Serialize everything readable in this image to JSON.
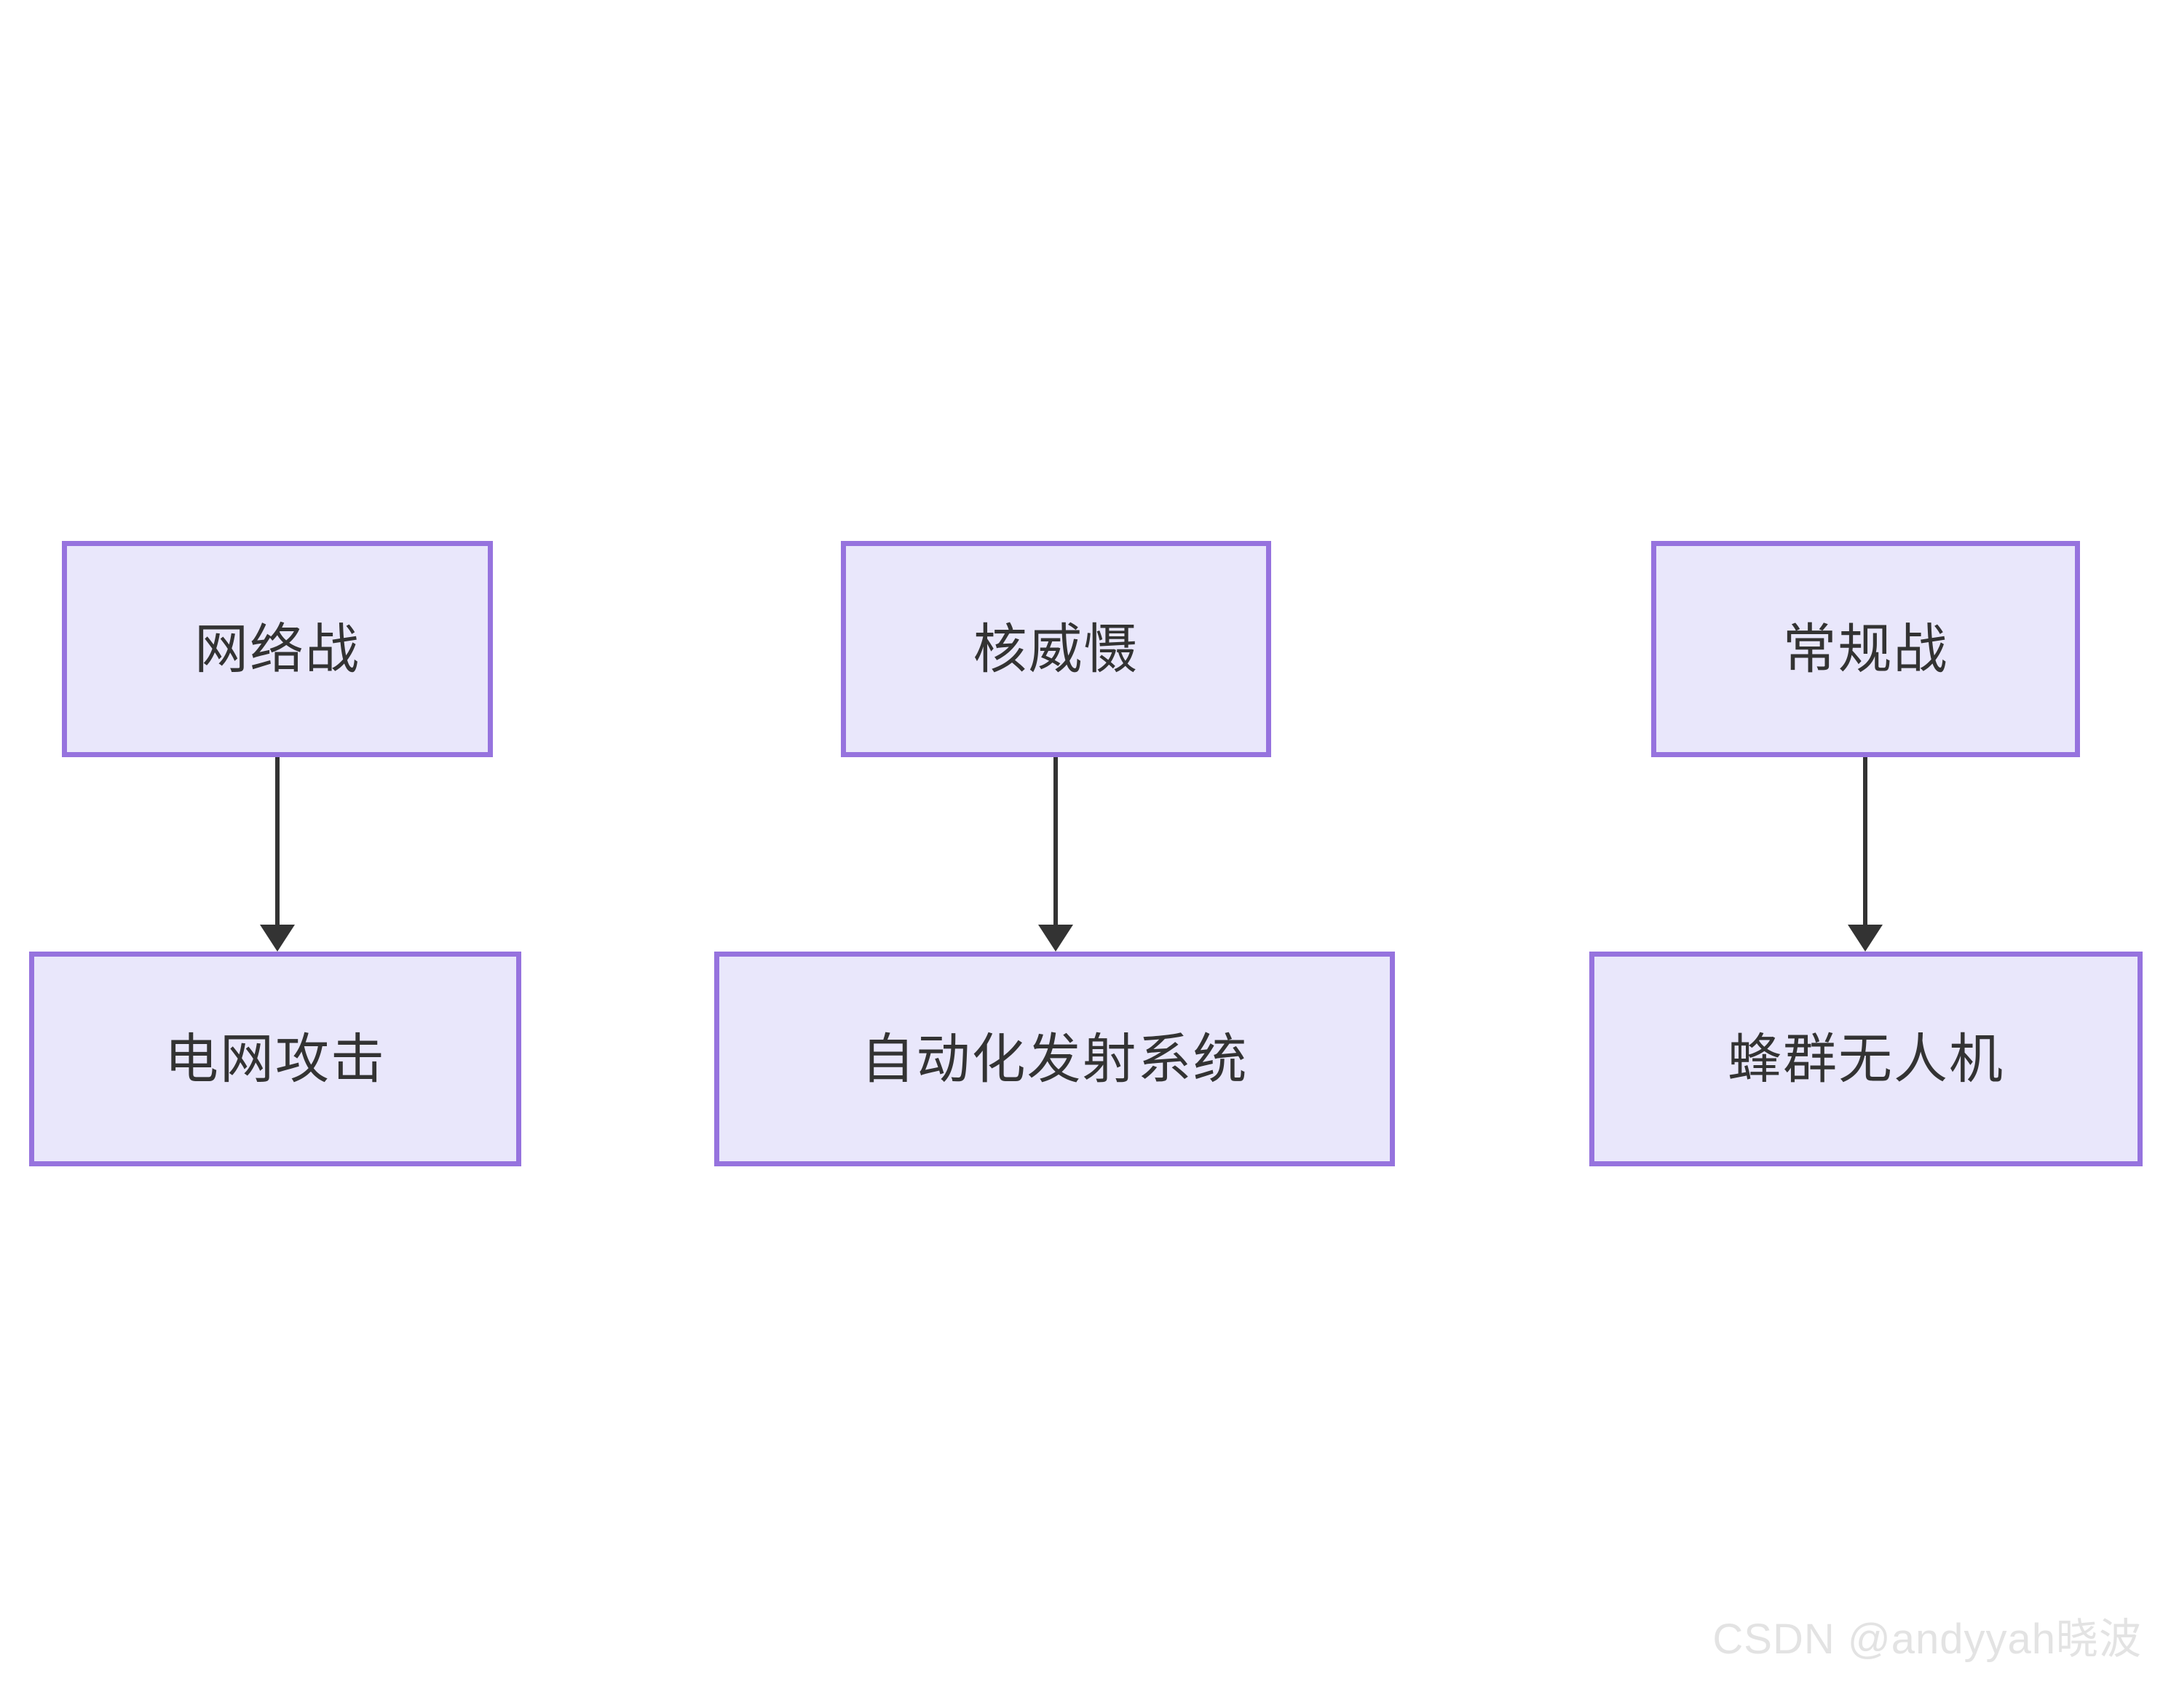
{
  "diagram": {
    "background_color": "#ffffff",
    "node_fill": "#e9e7fb",
    "node_border": "#9673de",
    "edge_color": "#333333",
    "text_color": "#333333",
    "nodes": [
      {
        "id": "cyberwar",
        "label": "网络战",
        "row": "top",
        "column": 1
      },
      {
        "id": "gridattack",
        "label": "电网攻击",
        "row": "bottom",
        "column": 1
      },
      {
        "id": "nuclear",
        "label": "核威慑",
        "row": "top",
        "column": 2
      },
      {
        "id": "autolaunch",
        "label": "自动化发射系统",
        "row": "bottom",
        "column": 2
      },
      {
        "id": "conventional",
        "label": "常规战",
        "row": "top",
        "column": 3
      },
      {
        "id": "swarmdrone",
        "label": "蜂群无人机",
        "row": "bottom",
        "column": 3
      }
    ],
    "edges": [
      {
        "from": "cyberwar",
        "to": "gridattack",
        "label": "",
        "arrow": "down"
      },
      {
        "from": "nuclear",
        "to": "autolaunch",
        "label": "",
        "arrow": "down"
      },
      {
        "from": "conventional",
        "to": "swarmdrone",
        "label": "",
        "arrow": "down"
      }
    ]
  },
  "watermark": {
    "text": "CSDN @andyyah晓波"
  }
}
